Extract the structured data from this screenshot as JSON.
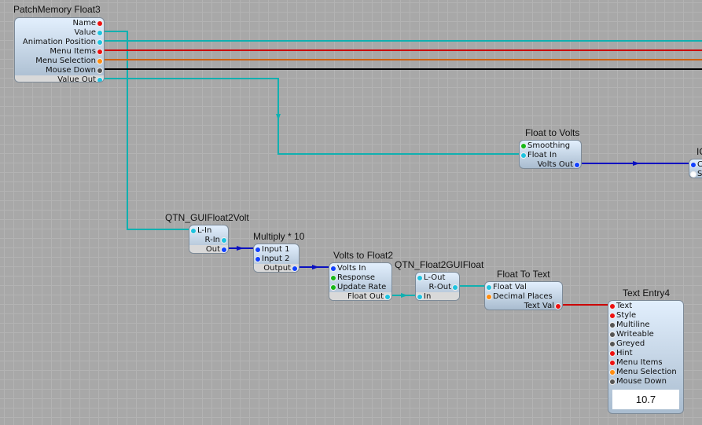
{
  "colors": {
    "float": "#1ec3e0",
    "text": "#ee1111",
    "int": "#ff8c10",
    "bool": "#555555",
    "volt": "#1040ff",
    "green": "#18b818",
    "white": "#ffffff",
    "wire_float": "#10b0b0",
    "wire_text": "#cc0000",
    "wire_int": "#d06010",
    "wire_bool": "#000000",
    "wire_volt": "#0a10c0"
  },
  "nodes": [
    {
      "title": "PatchMemory Float3",
      "ports": [
        {
          "label": "Name",
          "side": "r",
          "type": "text"
        },
        {
          "label": "Value",
          "side": "r",
          "type": "float"
        },
        {
          "label": "Animation Position",
          "side": "r",
          "type": "float"
        },
        {
          "label": "Menu Items",
          "side": "r",
          "type": "text"
        },
        {
          "label": "Menu Selection",
          "side": "r",
          "type": "int"
        },
        {
          "label": "Mouse Down",
          "side": "r",
          "type": "bool"
        },
        {
          "label": "Value Out",
          "side": "r",
          "type": "float",
          "grey": true
        }
      ]
    },
    {
      "title": "Float to Volts",
      "ports": [
        {
          "label": "Smoothing",
          "side": "l",
          "type": "green"
        },
        {
          "label": "Float In",
          "side": "l",
          "type": "float"
        },
        {
          "label": "Volts Out",
          "side": "r",
          "type": "volt"
        }
      ]
    },
    {
      "title": "IC",
      "ports": [
        {
          "label": "C",
          "side": "l",
          "type": "volt"
        },
        {
          "label": "S",
          "side": "l",
          "type": "white"
        }
      ]
    },
    {
      "title": "QTN_GUIFloat2Volt",
      "ports": [
        {
          "label": "L-In",
          "side": "l",
          "type": "float"
        },
        {
          "label": "R-In",
          "side": "r",
          "type": "float"
        },
        {
          "label": "Out",
          "side": "r",
          "type": "volt",
          "grey": true
        }
      ]
    },
    {
      "title": "Multiply * 10",
      "ports": [
        {
          "label": "Input 1",
          "side": "l",
          "type": "volt"
        },
        {
          "label": "Input 2",
          "side": "l",
          "type": "volt"
        },
        {
          "label": "Output",
          "side": "r",
          "type": "volt",
          "grey": true
        }
      ]
    },
    {
      "title": "Volts to Float2",
      "ports": [
        {
          "label": "Volts In",
          "side": "l",
          "type": "volt"
        },
        {
          "label": "Response",
          "side": "l",
          "type": "green"
        },
        {
          "label": "Update Rate",
          "side": "l",
          "type": "green"
        },
        {
          "label": "Float Out",
          "side": "r",
          "type": "float",
          "grey": true
        }
      ]
    },
    {
      "title": "QTN_Float2GUIFloat",
      "ports": [
        {
          "label": "L-Out",
          "side": "l",
          "type": "float"
        },
        {
          "label": "R-Out",
          "side": "r",
          "type": "float"
        },
        {
          "label": "In",
          "side": "l",
          "type": "float",
          "grey": true
        }
      ]
    },
    {
      "title": "Float To Text",
      "ports": [
        {
          "label": "Float Val",
          "side": "l",
          "type": "float"
        },
        {
          "label": "Decimal Places",
          "side": "l",
          "type": "int"
        },
        {
          "label": "Text Val",
          "side": "r",
          "type": "text"
        }
      ]
    },
    {
      "title": "Text Entry4",
      "ports": [
        {
          "label": "Text",
          "side": "l",
          "type": "text"
        },
        {
          "label": "Style",
          "side": "l",
          "type": "text"
        },
        {
          "label": "Multiline",
          "side": "l",
          "type": "bool"
        },
        {
          "label": "Writeable",
          "side": "l",
          "type": "bool"
        },
        {
          "label": "Greyed",
          "side": "l",
          "type": "bool"
        },
        {
          "label": "Hint",
          "side": "l",
          "type": "text"
        },
        {
          "label": "Menu Items",
          "side": "l",
          "type": "text"
        },
        {
          "label": "Menu Selection",
          "side": "l",
          "type": "int"
        },
        {
          "label": "Mouse Down",
          "side": "l",
          "type": "bool"
        }
      ],
      "value": "10.7"
    }
  ]
}
